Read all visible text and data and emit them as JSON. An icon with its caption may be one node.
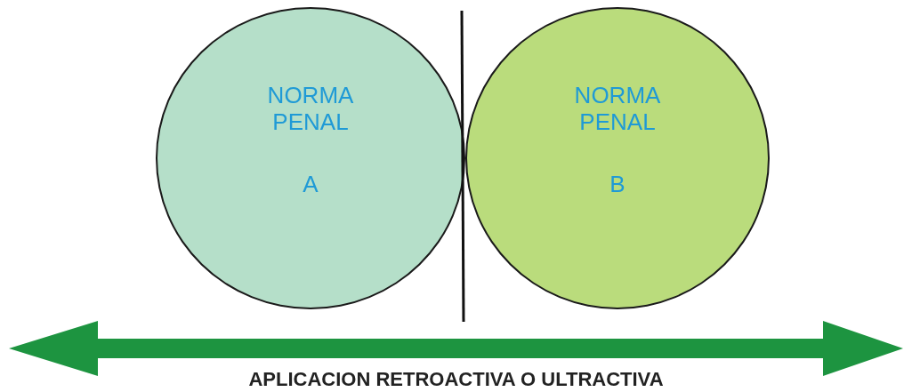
{
  "diagram": {
    "nodes": [
      {
        "text": [
          "NORMA PENAL",
          "A"
        ]
      },
      {
        "text": [
          "NORMA PENAL",
          "B"
        ]
      }
    ],
    "labels": [
      "APLICACION RETROACTIVA O ULTRACTIVA"
    ]
  }
}
